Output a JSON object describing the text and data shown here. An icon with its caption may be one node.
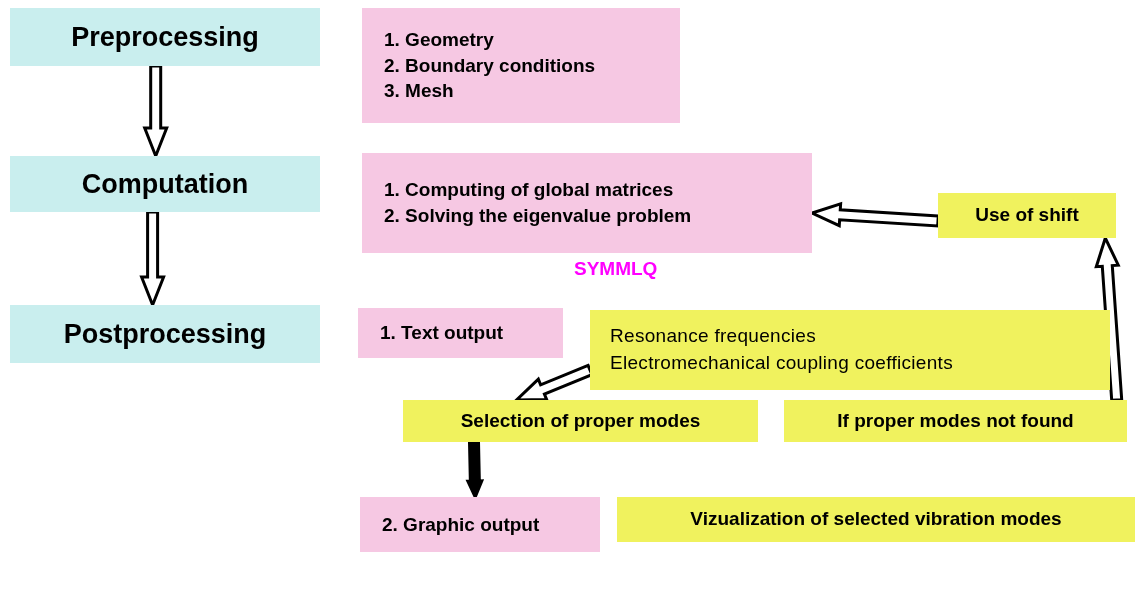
{
  "diagram": {
    "nodes": [
      {
        "text": [
          "Preprocessing"
        ]
      },
      {
        "text": [
          "1. Geometry",
          "2. Boundary conditions",
          "3. Mesh"
        ]
      },
      {
        "text": [
          "Computation"
        ]
      },
      {
        "text": [
          "1. Computing of global matrices",
          "2. Solving the eigenvalue problem"
        ],
        "beside": [
          "SYMMLQ"
        ]
      },
      {
        "text": [
          "Use of shift"
        ]
      },
      {
        "text": [
          "Postprocessing"
        ]
      },
      {
        "text": [
          "1. Text output"
        ]
      },
      {
        "text": [
          "Resonance frequencies",
          "Electromechanical coupling coefficients"
        ]
      },
      {
        "text": [
          "Selection of proper modes"
        ]
      },
      {
        "text": [
          "If proper modes not found"
        ]
      },
      {
        "text": [
          "2. Graphic output"
        ]
      },
      {
        "text": [
          "Vizualization of selected vibration modes"
        ]
      }
    ],
    "edges": [
      {
        "from": 0,
        "to": 2,
        "arrow": "to"
      },
      {
        "from": 2,
        "to": 5,
        "arrow": "to"
      },
      {
        "from": 4,
        "to": 3,
        "arrow": "to"
      },
      {
        "from": 9,
        "to": 4,
        "arrow": "to"
      },
      {
        "from": 7,
        "to": 8,
        "arrow": "to"
      },
      {
        "from": 8,
        "to": 10,
        "arrow": "to",
        "style": "thick"
      }
    ]
  }
}
